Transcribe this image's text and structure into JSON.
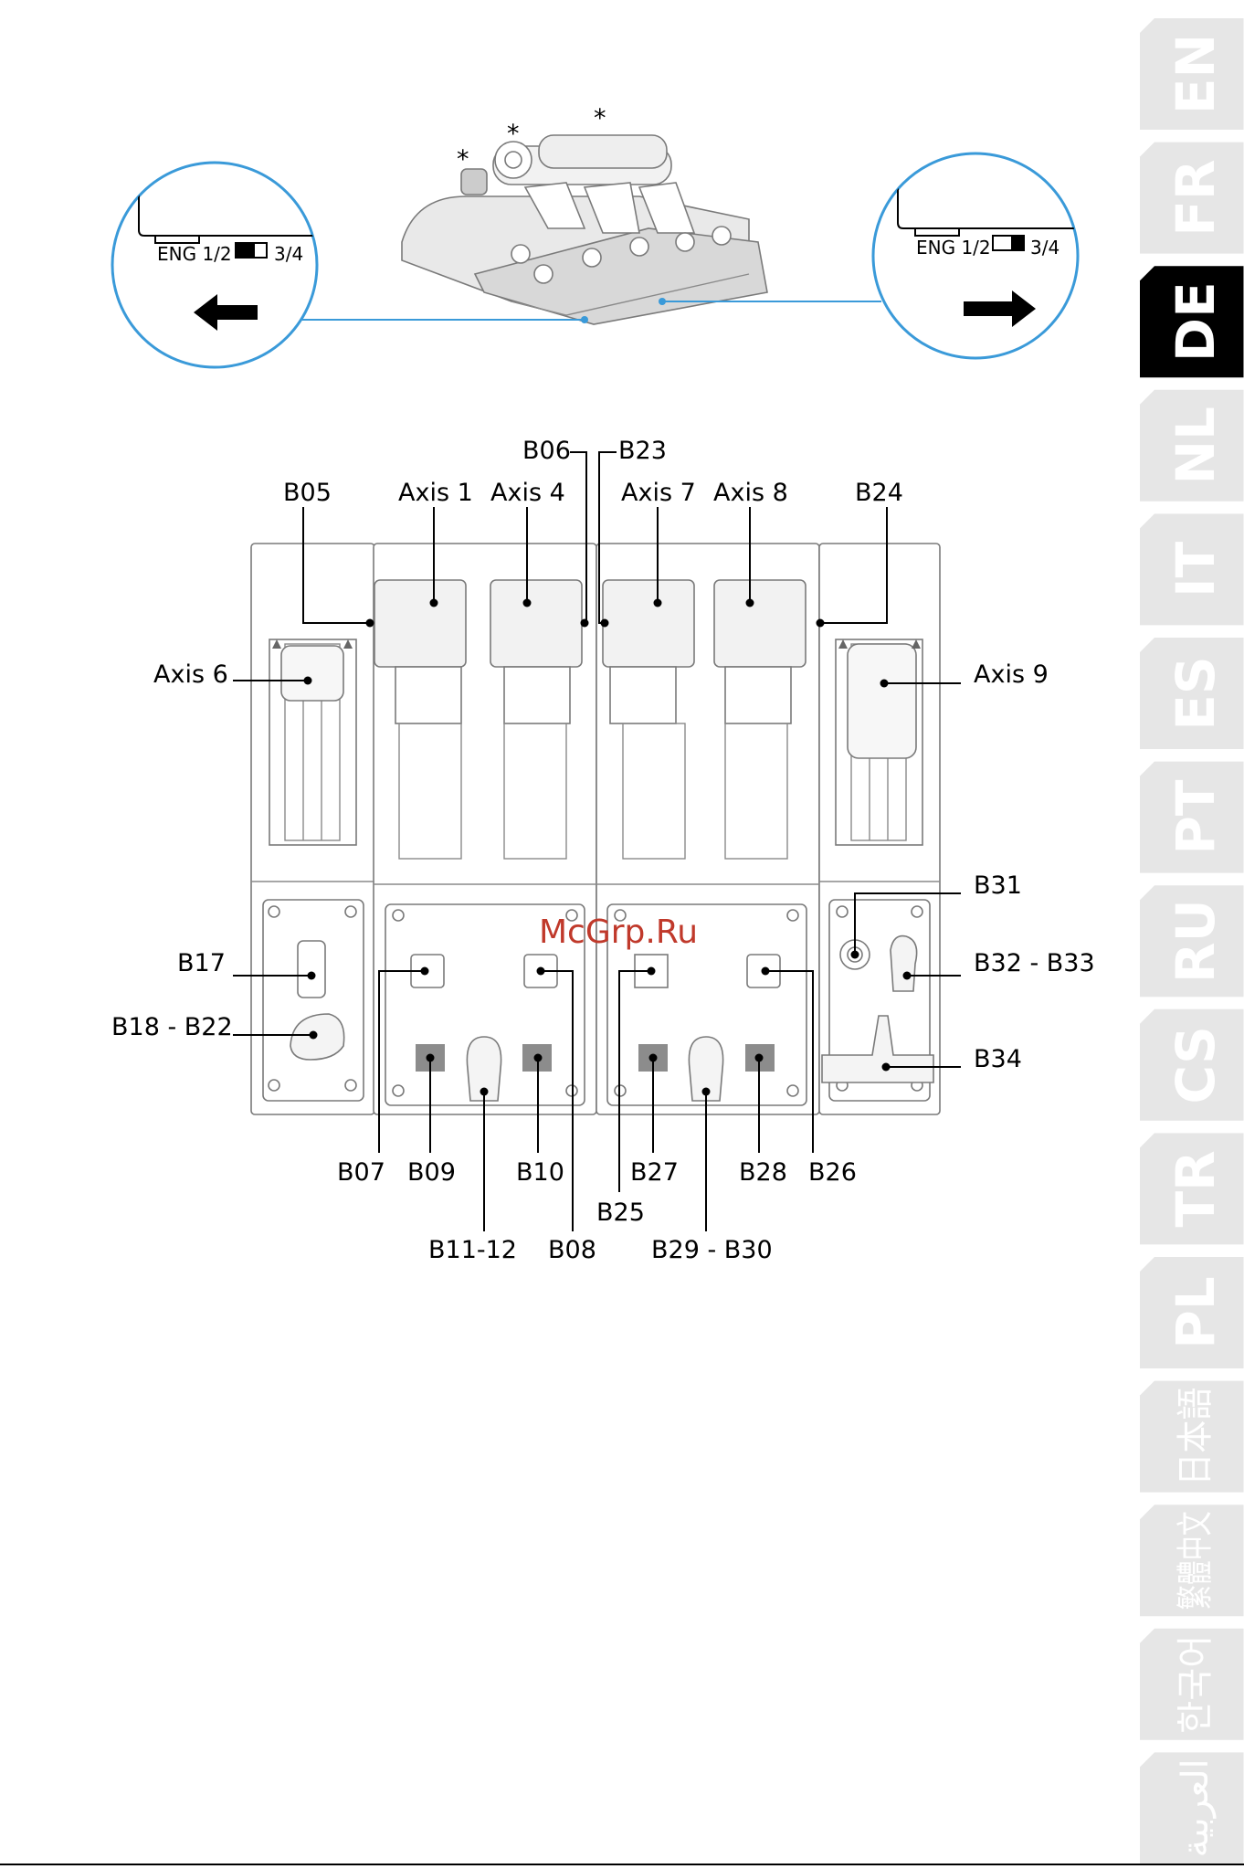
{
  "language_tabs": [
    {
      "code": "EN",
      "active": false
    },
    {
      "code": "FR",
      "active": false
    },
    {
      "code": "DE",
      "active": true
    },
    {
      "code": "NL",
      "active": false
    },
    {
      "code": "IT",
      "active": false
    },
    {
      "code": "ES",
      "active": false
    },
    {
      "code": "PT",
      "active": false
    },
    {
      "code": "RU",
      "active": false
    },
    {
      "code": "CS",
      "active": false
    },
    {
      "code": "TR",
      "active": false
    },
    {
      "code": "PL",
      "active": false
    },
    {
      "code": "日本語",
      "active": false
    },
    {
      "code": "繁體中文",
      "active": false
    },
    {
      "code": "한국어",
      "active": false
    },
    {
      "code": "العربية",
      "active": false
    }
  ],
  "switch_callouts": {
    "left": {
      "label_left": "ENG 1/2",
      "label_right": "3/4",
      "arrow": "arrow-left-icon"
    },
    "right": {
      "label_left": "ENG 1/2",
      "label_right": "3/4",
      "arrow": "arrow-right-icon"
    }
  },
  "asterisk": "*",
  "labels": {
    "b06": "B06",
    "b23": "B23",
    "b05": "B05",
    "axis1": "Axis 1",
    "axis4": "Axis 4",
    "axis7": "Axis 7",
    "axis8": "Axis 8",
    "b24": "B24",
    "axis6": "Axis 6",
    "axis9": "Axis 9",
    "b31": "B31",
    "b17": "B17",
    "b3233": "B32 - B33",
    "b1822": "B18 - B22",
    "b34": "B34",
    "b07": "B07",
    "b09": "B09",
    "b10": "B10",
    "b27": "B27",
    "b28": "B28",
    "b26": "B26",
    "b25": "B25",
    "b1112": "B11-12",
    "b08": "B08",
    "b2930": "B29 - B30"
  },
  "watermark": "McGrp.Ru",
  "colors": {
    "active_tab": "#000000",
    "inactive_tab": "#e6e6e6",
    "inactive_text": "#ffffff",
    "callout_line": "#3a9ad9",
    "watermark": "#c0392b"
  }
}
